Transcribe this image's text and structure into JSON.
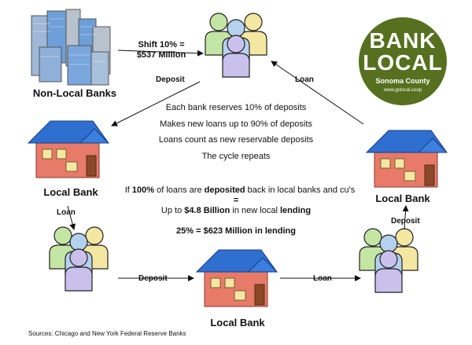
{
  "labels": {
    "shift_line1": "Shift 10% =",
    "shift_line2": "$537 Million",
    "non_local_banks": "Non-Local Banks",
    "deposit_top": "Deposit",
    "loan_top": "Loan",
    "local_bank_left": "Local Bank",
    "local_bank_right": "Local Bank",
    "local_bank_bottom": "Local Bank",
    "loan_left": "Loan",
    "deposit_right": "Deposit",
    "deposit_bottom": "Deposit",
    "loan_bottom": "Loan"
  },
  "center_text": {
    "line1": "Each bank reserves 10% of deposits",
    "line2": "Makes new loans up to 90% of deposits",
    "line3": "Loans count as new reservable deposits",
    "line4": "The cycle repeats"
  },
  "summary": {
    "p1a": "If ",
    "p1b": "100%",
    "p1c": " of loans are ",
    "p1d": "deposited",
    "p1e": " back in local banks and cu's",
    "eq": "=",
    "p2a": "Up to ",
    "p2b": "$4.8 Billion",
    "p2c": " in new local ",
    "p2d": "lending",
    "p3": "25% = $623 Million in lending"
  },
  "logo": {
    "line1": "BANK",
    "line2": "LOCAL",
    "line3": "Sonoma County",
    "line4": "www.golocal.coop",
    "color": "#56701f"
  },
  "sources": "Sources:  Chicago and New York Federal Reserve Banks",
  "colors": {
    "roof": "#2f6fd0",
    "wall": "#e87a6a",
    "person_green": "#c4e6a4",
    "person_yellow": "#f4e7a2",
    "person_blue": "#b4d1ee",
    "person_purple": "#c9c1ec",
    "building_blue": "#6f9fd8",
    "building_gray": "#b8c2cc"
  }
}
